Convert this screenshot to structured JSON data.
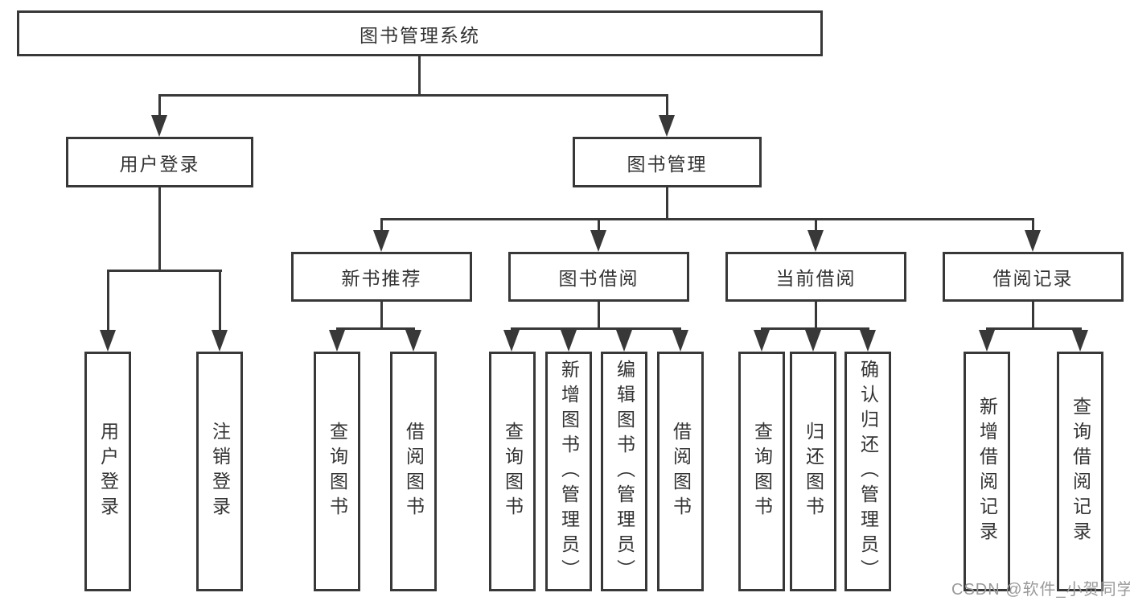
{
  "tree": {
    "root": "图书管理系统",
    "branches": [
      {
        "label": "用户登录",
        "children": [
          "用户登录",
          "注销登录"
        ]
      },
      {
        "label": "图书管理",
        "groups": [
          {
            "label": "新书推荐",
            "children": [
              "查询图书",
              "借阅图书"
            ]
          },
          {
            "label": "图书借阅",
            "children": [
              "查询图书",
              "新增图书（管理员）",
              "编辑图书（管理员）",
              "借阅图书"
            ]
          },
          {
            "label": "当前借阅",
            "children": [
              "查询图书",
              "归还图书",
              "确认归还（管理员）"
            ]
          },
          {
            "label": "借阅记录",
            "children": [
              "新增借阅记录",
              "查询借阅记录"
            ]
          }
        ]
      }
    ]
  },
  "watermark": "CSDN @软件_小贺同学",
  "colors": {
    "line": "#383838",
    "text": "#333333",
    "watermark": "#9a9a9a",
    "background": "#ffffff"
  }
}
